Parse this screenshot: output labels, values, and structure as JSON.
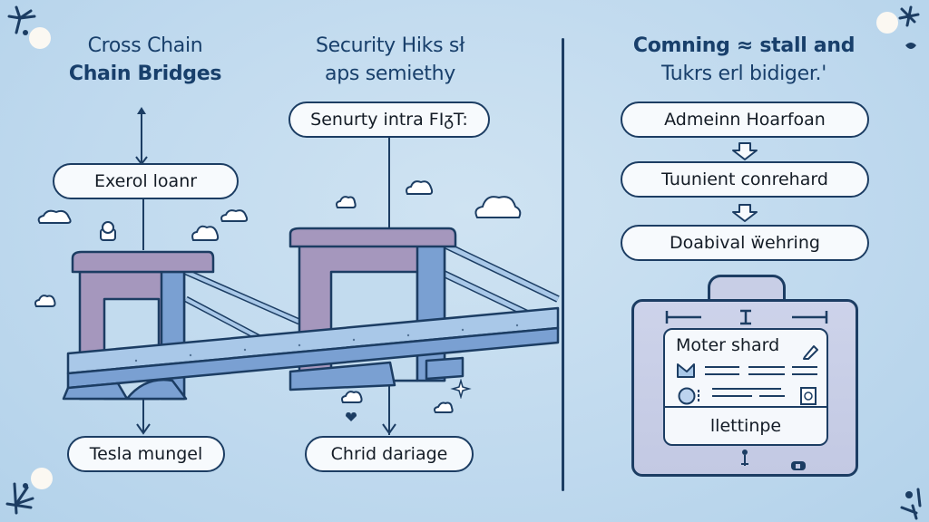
{
  "columns": {
    "left": {
      "title_line1": "Cross Chain",
      "title_line2": "Chain Bridges",
      "top_node": "Exerol loanr",
      "bottom_node": "Tesla mungel"
    },
    "middle": {
      "title_line1": "Security Hiks sł",
      "title_line2": "aps semiethy",
      "top_node": "Senurty intra FIᵹT:",
      "bottom_node": "Chrid dariage"
    },
    "right": {
      "title_line1": "Comning ≈ stall and",
      "title_line2": "Tukrs erl bidiger.'",
      "steps": [
        "Admeinn Hoarfoan",
        "Tuunient conrehard",
        "Doabival ẅehring"
      ],
      "card": {
        "title": "Moter shard",
        "footer": "llettinpe"
      }
    }
  },
  "icons": {
    "decor_top_left": "starburst-icon",
    "decor_top_right": "starburst-icon",
    "decor_bottom_left": "starburst-icon",
    "decor_bottom_right": "starburst-icon",
    "bridge": "suspension-bridge-illustration",
    "briefcase": "briefcase-icon",
    "pencil": "pencil-icon",
    "flag": "flag-icon",
    "avatar": "avatar-circle-icon",
    "qr": "qr-code-icon",
    "cloud": "cloud-icon"
  },
  "colors": {
    "background": "#c2dbee",
    "ink": "#1c3d63",
    "title_text": "#183f6b",
    "tower": "#a597bd",
    "deck": "#7aa0d2",
    "deck_top": "#a9c8e8"
  }
}
